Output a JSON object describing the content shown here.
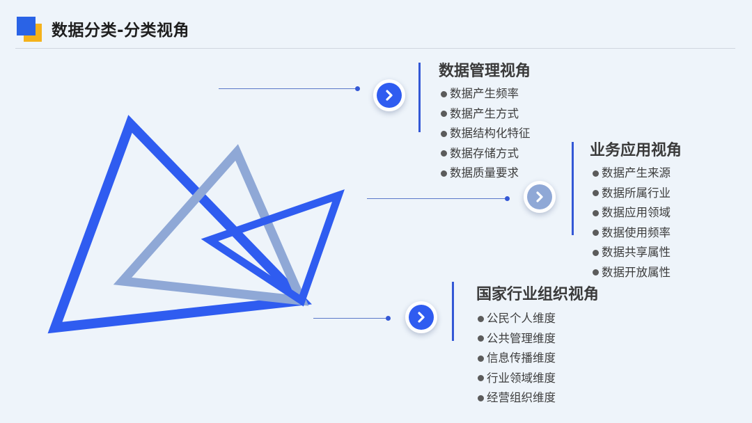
{
  "header": {
    "title": "数据分类-分类视角"
  },
  "colors": {
    "primary_blue": "#2f5cf0",
    "light_blue": "#8fa8d6",
    "accent_yellow": "#f5b21b",
    "background": "#eef4fa"
  },
  "sections": [
    {
      "title": "数据管理视角",
      "icon": "chevron-right-icon",
      "items": [
        "数据产生频率",
        "数据产生方式",
        "数据结构化特征",
        "数据存储方式",
        "数据质量要求"
      ]
    },
    {
      "title": "业务应用视角",
      "icon": "chevron-right-icon",
      "items": [
        "数据产生来源",
        "数据所属行业",
        "数据应用领域",
        "数据使用频率",
        "数据共享属性",
        "数据开放属性"
      ]
    },
    {
      "title": "国家行业组织视角",
      "icon": "chevron-right-icon",
      "items": [
        "公民个人维度",
        "公共管理维度",
        "信息传播维度",
        "行业领域维度",
        "经营组织维度"
      ]
    }
  ]
}
